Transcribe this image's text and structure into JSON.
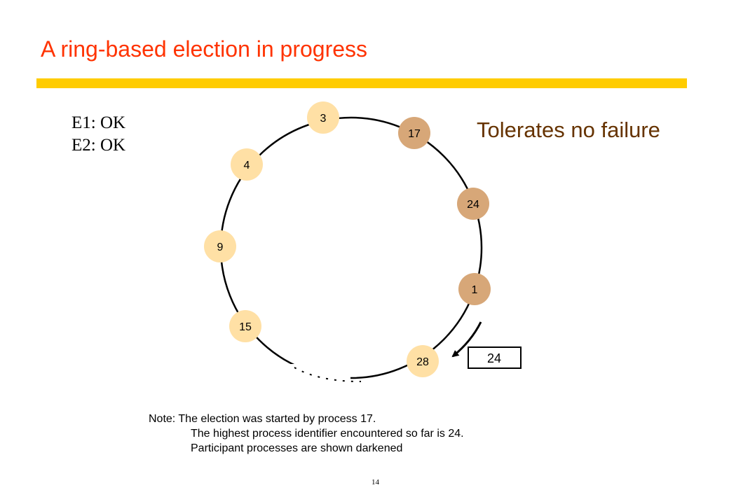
{
  "slide": {
    "title": "A ring-based election in progress",
    "accent_color": "#ffcc00",
    "title_color": "#ff3300",
    "status_lines": [
      "E1: OK",
      "E2: OK"
    ],
    "tagline": "Tolerates no failure",
    "notes": {
      "line1": "Note: The election was started by process 17.",
      "line2": "The highest process identifier encountered so far is 24.",
      "line3": "Participant processes are shown darkened"
    },
    "page_number": "14"
  },
  "ring": {
    "participant_color": "#d7a778",
    "non_participant_color": "#ffe0a5",
    "nodes": [
      {
        "id": "3",
        "participant": false
      },
      {
        "id": "17",
        "participant": true
      },
      {
        "id": "24",
        "participant": true
      },
      {
        "id": "1",
        "participant": true
      },
      {
        "id": "28",
        "participant": false
      },
      {
        "id": "15",
        "participant": false
      },
      {
        "id": "9",
        "participant": false
      },
      {
        "id": "4",
        "participant": false
      }
    ],
    "message": {
      "value": "24"
    }
  }
}
